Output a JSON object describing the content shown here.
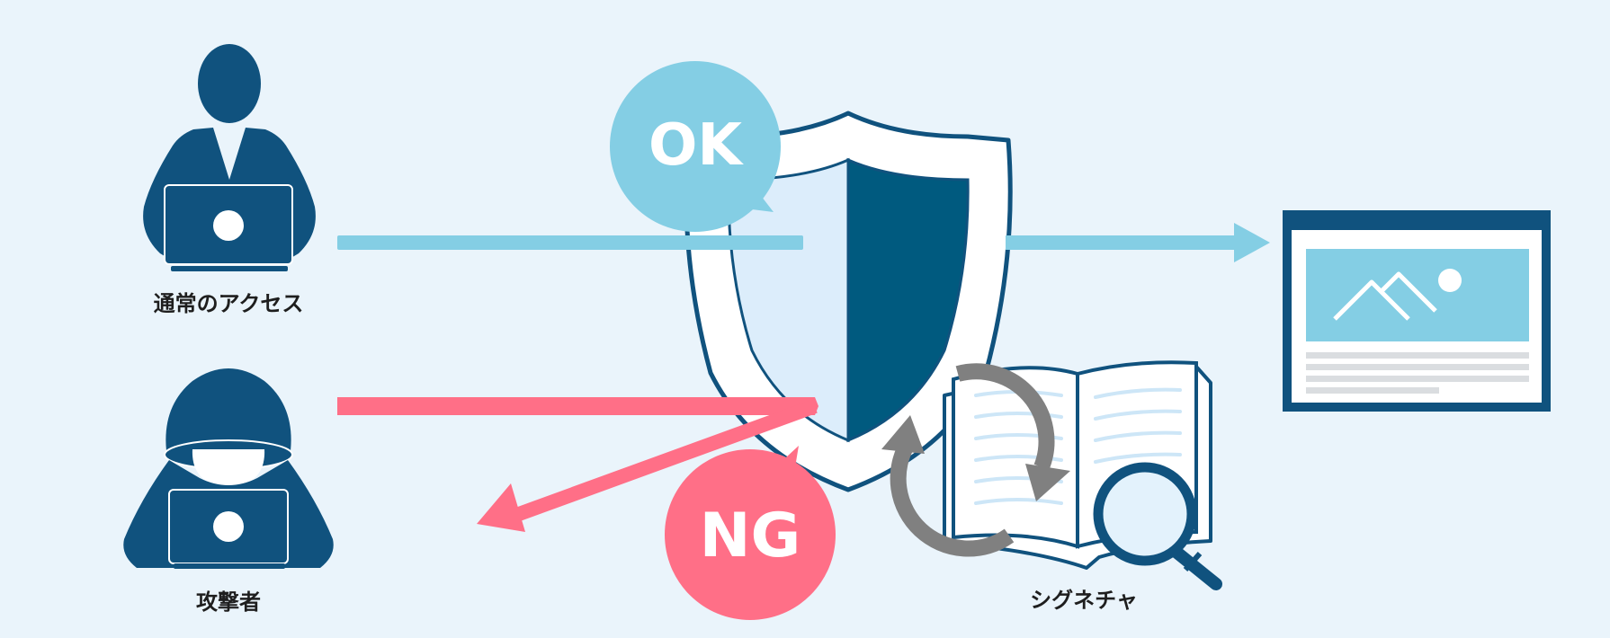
{
  "labels": {
    "normal_access": "通常のアクセス",
    "attacker": "攻撃者",
    "signature": "シグネチャ"
  },
  "badges": {
    "ok": "OK",
    "ng": "NG"
  },
  "colors": {
    "background": "#eaf4fb",
    "navy": "#10527e",
    "dark_blue": "#005a7f",
    "light_blue": "#84cee4",
    "pink": "#ff6f87",
    "gray": "#808080",
    "shield_light": "#dcedfb"
  },
  "icons": {
    "normal_user": "person-laptop-icon",
    "attacker": "hooded-attacker-laptop-icon",
    "shield": "shield-icon",
    "webpage": "webpage-icon",
    "book": "open-book-icon",
    "magnifier": "magnifying-glass-icon",
    "cycle": "refresh-cycle-icon"
  }
}
